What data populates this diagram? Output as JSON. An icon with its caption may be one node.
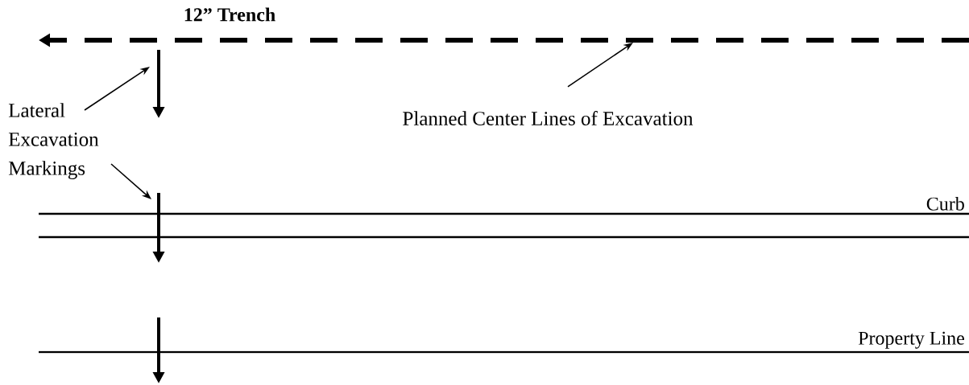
{
  "diagram": {
    "nodes": [
      {
        "text": [
          "Lateral Excavation Markings"
        ]
      },
      {
        "text": [
          "Planned Center Lines of Excavation"
        ]
      }
    ],
    "edges": [
      {
        "from": 0,
        "to": null,
        "arrow": "to"
      },
      {
        "from": 0,
        "to": null,
        "arrow": "to"
      },
      {
        "from": 1,
        "to": null,
        "arrow": "to"
      }
    ],
    "labels": [
      "12” Trench",
      "Curb",
      "Property Line"
    ]
  }
}
